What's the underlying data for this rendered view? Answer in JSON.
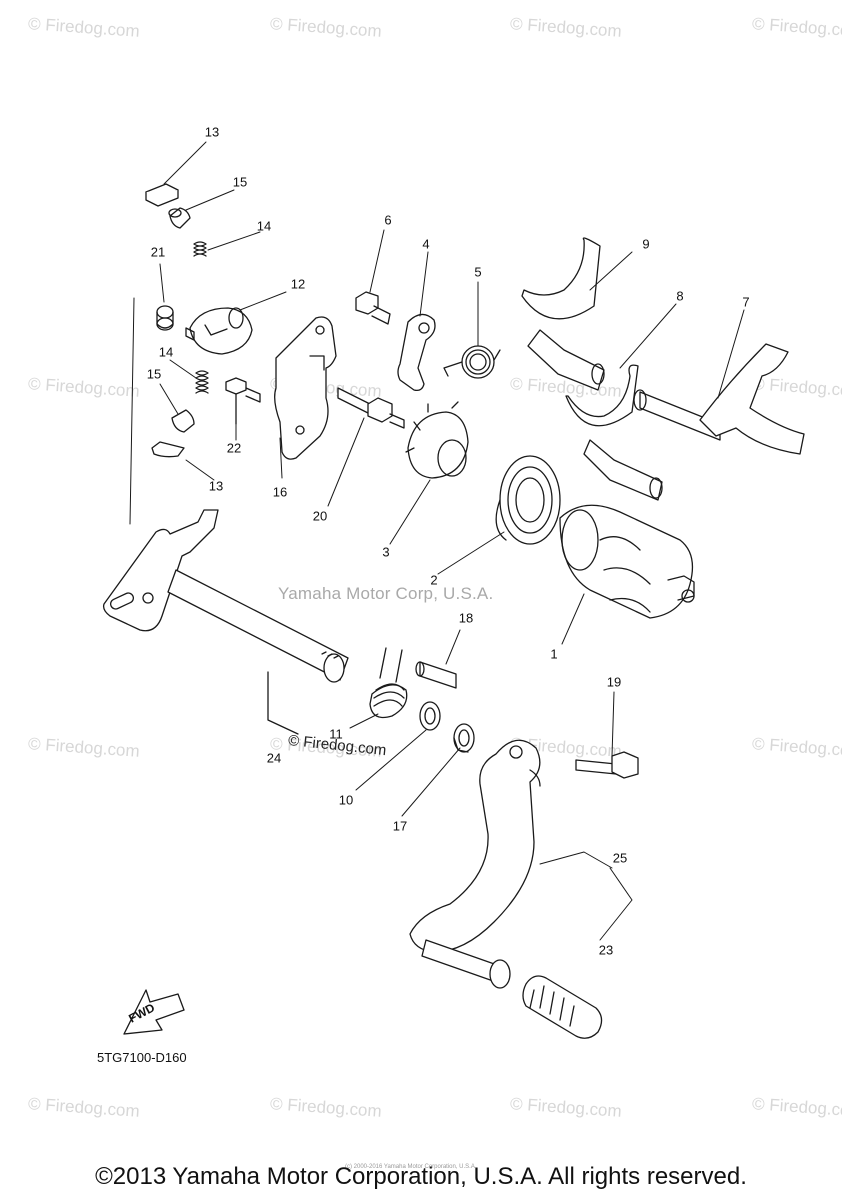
{
  "watermark": {
    "text": "© Firedog.com",
    "color": "#d7d7d7"
  },
  "diagram": {
    "center_watermark": "Yamaha Motor Corp, U.S.A.",
    "fwd_label": "FWD",
    "drawing_code": "5TG7100-D160",
    "inline_watermark": "© Firedog.com",
    "small_copyright": "(c) 2000-2016 Yamaha Motor Corporation, U.S.A.",
    "callouts": [
      "13",
      "15",
      "14",
      "21",
      "12",
      "6",
      "4",
      "5",
      "9",
      "8",
      "7",
      "14",
      "15",
      "22",
      "16",
      "20",
      "3",
      "2",
      "1",
      "13",
      "18",
      "11",
      "10",
      "17",
      "19",
      "25",
      "23",
      "24"
    ]
  },
  "footer": {
    "copyright": "©2013 Yamaha Motor Corporation, U.S.A. All rights reserved."
  }
}
